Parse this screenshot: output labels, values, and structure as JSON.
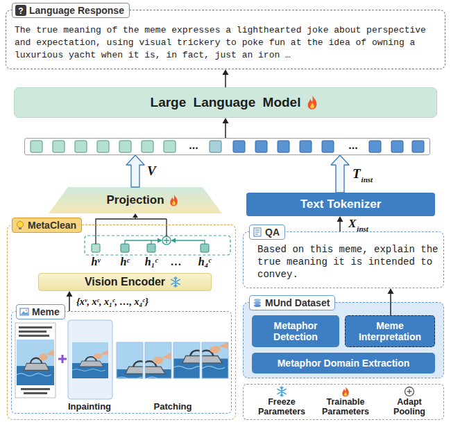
{
  "diagram": {
    "nodes": [
      {
        "text": [
          "Language Response",
          "The true meaning of the meme expresses a lighthearted joke about perspective and expectation, using visual trickery to poke fun at the idea of owning a luxurious yacht when it is, in fact, just an iron …"
        ]
      },
      {
        "text": [
          "Large Language Model"
        ]
      },
      {
        "text": [
          "...",
          "..."
        ]
      },
      {
        "text": [
          "Projection"
        ]
      },
      {
        "text": [
          "Text Tokenizer"
        ]
      },
      {
        "text": [
          "MetaClean"
        ]
      },
      {
        "text": [
          "Vision Encoder"
        ],
        "in": 5
      },
      {
        "text": [
          "Meme",
          "Inpainting",
          "Patching"
        ],
        "in": 5
      },
      {
        "text": [
          "QA",
          "Based on this meme, explain the true meaning it is intended to convey."
        ]
      },
      {
        "text": [
          "MUnd Dataset"
        ]
      },
      {
        "text": [
          "Metaphor Detection"
        ],
        "in": 9
      },
      {
        "text": [
          "Meme Interpretation"
        ],
        "in": 9
      },
      {
        "text": [
          "Metaphor Domain Extraction"
        ],
        "in": 9
      }
    ],
    "edges": [
      {
        "from": 1,
        "to": 0,
        "arrow": "to"
      },
      {
        "from": 2,
        "to": 1,
        "arrow": "to"
      },
      {
        "from": 3,
        "to": 2,
        "arrow": "to",
        "label": "V"
      },
      {
        "from": 4,
        "to": 2,
        "arrow": "to",
        "label": "T"
      },
      {
        "from": 7,
        "to": 6,
        "arrow": "to",
        "label": "{xᵛ, xᶜ, x₁ᶜ, …, x₄ᶜ}"
      },
      {
        "from": 8,
        "to": 4,
        "arrow": "to",
        "label": "X"
      },
      {
        "from": 11,
        "to": 8,
        "arrow": "to"
      }
    ],
    "labels": [
      "?",
      "hᵛ",
      "hᶜ",
      "h₁ᶜ",
      "…",
      "h₄ᶜ",
      "inst",
      "inst"
    ],
    "legend": [
      {
        "text": "Freeze Parameters"
      },
      {
        "text": "Trainable Parameters"
      },
      {
        "text": "Adapt Pooling"
      }
    ]
  }
}
